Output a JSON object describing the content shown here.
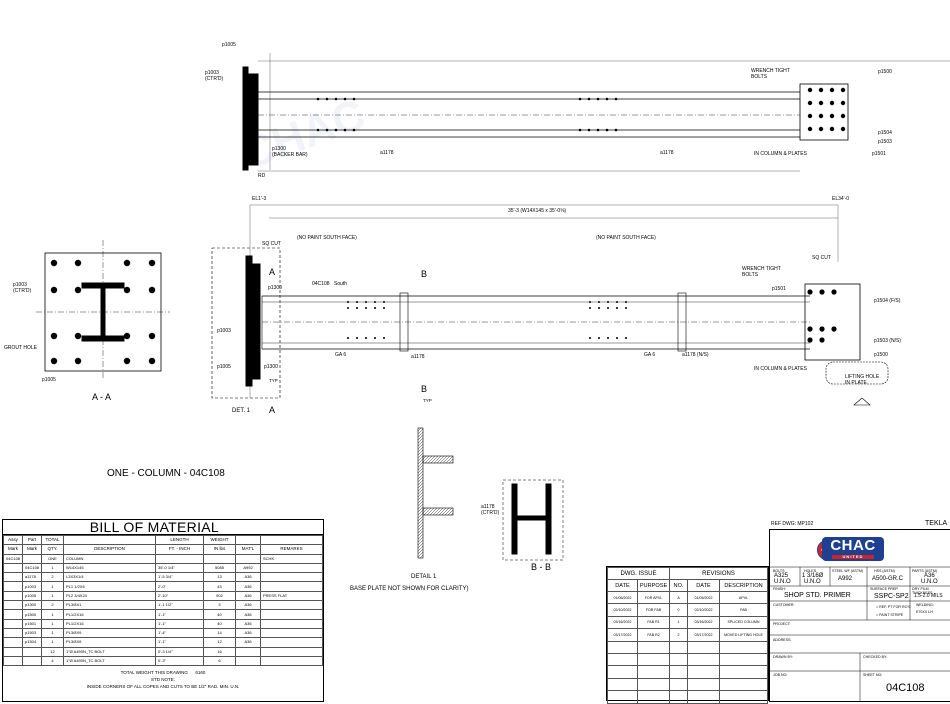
{
  "drawing": {
    "column_title": "ONE - COLUMN - 04C108",
    "section_aa": "A - A",
    "section_bb": "B - B",
    "det_label": "DET. 1",
    "detail_1": "DETAIL 1",
    "base_note": "BASE PLATE NOT SHOWN FOR CLARITY)",
    "sq_cut": "SQ CUT",
    "no_paint_1": "(NO PAINT SOUTH FACE)",
    "no_paint_2": "(NO PAINT SOUTH FACE)",
    "wrench": "WRENCH TIGHT",
    "bolts": "BOLTS",
    "in_column": "IN COLUMN & PLATES",
    "lifting_hole": "LIFTING HOLE",
    "in_plate": "IN PLATE",
    "grout_hole": "GROUT HOLE",
    "backer_bar": "(BACKER BAR)",
    "ctrd": "(CTR'D)",
    "typ": "TYP",
    "south": "South",
    "ga6": "GA 6",
    "overall_len": "35'-3 (W14X145 x 35'-0⅝)",
    "el1": "EL1'-3",
    "el34": "EL34'-0",
    "sec_a": "A",
    "sec_b": "B"
  },
  "parts": {
    "p1005": "p1005",
    "p1003": "p1003",
    "p1300": "p1300",
    "p1500": "p1500",
    "p1504": "p1504",
    "p1503": "p1503",
    "p1501": "p1501",
    "p1504_fs": "p1504 (F/S)",
    "p1503_ns": "p1503 (N/S)",
    "a1178": "a1178",
    "a1178_ns": "a1178 (N/S)",
    "c04": "04C108"
  },
  "bom": {
    "title": "BILL OF MATERIAL",
    "head1": [
      "Assy",
      "Part",
      "TOTAL",
      "",
      "LENGTH",
      "WEIGHT",
      "",
      ""
    ],
    "head2": [
      "Mark",
      "Mark",
      "QTY.",
      "DESCRIPTION",
      "FT. - INCH",
      "IN lbs",
      "MAT'L",
      "REMARKS"
    ],
    "rows": [
      [
        "04C108",
        "",
        "ONE",
        "COLUMN",
        "",
        "",
        "",
        "SCHK"
      ],
      [
        "",
        "04C108",
        "1",
        "W14X145",
        "35'-0 1/4\"",
        "5085",
        "A992",
        ""
      ],
      [
        "",
        "a1178",
        "2",
        "L3X3X1/4",
        "1'-5 3/4\"",
        "13",
        "A36",
        ""
      ],
      [
        "",
        "p1003",
        "1",
        "PL1 1/2X6",
        "2'-0\"",
        "43",
        "A36",
        ""
      ],
      [
        "",
        "p1005",
        "1",
        "PL2 3/4X24",
        "2'-10\"",
        "902",
        "A36",
        "PRESS FLAT"
      ],
      [
        "",
        "p1300",
        "2",
        "PL3/8X1",
        "1'-1 1/2\"",
        "3",
        "A36",
        ""
      ],
      [
        "",
        "p1500",
        "1",
        "PL1/2X16",
        "1'-1\"",
        "40",
        "A36",
        ""
      ],
      [
        "",
        "p1501",
        "1",
        "PL1/2X16",
        "1'-1\"",
        "40",
        "A36",
        ""
      ],
      [
        "",
        "p1503",
        "1",
        "PL3/8X9",
        "1'-4\"",
        "14",
        "A36",
        ""
      ],
      [
        "",
        "p1504",
        "1",
        "PL3/8X9",
        "1'-1\"",
        "12",
        "A36",
        ""
      ],
      [
        "",
        "",
        "12",
        "1\"Ø A490N_TC BOLT",
        "0'-3 1/4\"",
        "16",
        "",
        ""
      ],
      [
        "",
        "",
        "4",
        "1\"Ø A490N_TC BOLT",
        "0'-3\"",
        "6",
        "",
        ""
      ]
    ],
    "total_label": "TOTAL WEIGHT THIS DRAWING",
    "total_value": "6160",
    "std_note_title": "STD NOTE:",
    "std_note": "INSIDE CORNERS OF ALL COPES AND CUTS TO BE 1/2\" RAD. MIN. U.N."
  },
  "issue": {
    "head_left": "DWG. ISSUE",
    "head_right": "REVISIONS",
    "cols": [
      "DATE",
      "PURPOSE",
      "NO.",
      "DATE",
      "DESCRIPTION"
    ],
    "rows": [
      [
        "01/06/2022",
        "FOR APVL",
        "A",
        "01/05/2022",
        "APVL"
      ],
      [
        "02/10/2022",
        "FOR FAB",
        "0",
        "02/10/2022",
        "FAB"
      ],
      [
        "03/16/2022",
        "FAB R1",
        "1",
        "03/16/2022",
        "SPLICED COLUMN"
      ],
      [
        "03/17/2022",
        "FAB R2",
        "2",
        "03/17/2022",
        "MOVED LIFTING HOLE"
      ],
      [
        "",
        "",
        "",
        "",
        ""
      ],
      [
        "",
        "",
        "",
        "",
        ""
      ],
      [
        "",
        "",
        "",
        "",
        ""
      ],
      [
        "",
        "",
        "",
        "",
        ""
      ],
      [
        "",
        "",
        "",
        "",
        ""
      ]
    ]
  },
  "title_block": {
    "ref_dwg": "REF DWG:  MP102",
    "tekla": "TEKLA",
    "logo": "CHAC",
    "logo_sub": "UNITED",
    "badge": "CHAC",
    "bolts_lbl": "BOLTS",
    "bolts_val": "A325",
    "bolts_sub": "U.N.O",
    "holes_lbl": "HOLES",
    "holes_val": "1 3/16Ø",
    "holes_sub": "U.N.O",
    "steel_lbl": "STEEL WF (ASTM)",
    "steel_val": "A992",
    "hss_lbl": "HSS (ASTM)",
    "hss_val": "A500-GR.C",
    "parts_lbl": "PARTS (ASTM)",
    "parts_val": "A36",
    "parts_sub": "U.N.O",
    "finish_lbl": "FINISH:",
    "finish_val": "SHOP STD. PRIMER",
    "surface_lbl": "SURFACE PREP.",
    "surface_val": "SSPC-SP2",
    "dry_lbl": "DRY FILM THICKNESS",
    "dry_val": "1.5-2.0 MILS",
    "customer": "CUSTOMER:",
    "project": "PROJECT:",
    "address": "ADDRESS:",
    "rfo": "= REF. PT FOR RO'S",
    "paint_stripe": "= PAINT STRIPE",
    "welding": "WELDING:",
    "welding_val": "E70XX LH",
    "drawn_by": "DRAWN BY:",
    "checked_by": "CHECKED BY:",
    "job_no": "JOB NO:",
    "sheet_no": "SHEET NO:",
    "sheet_val": "04C108"
  }
}
